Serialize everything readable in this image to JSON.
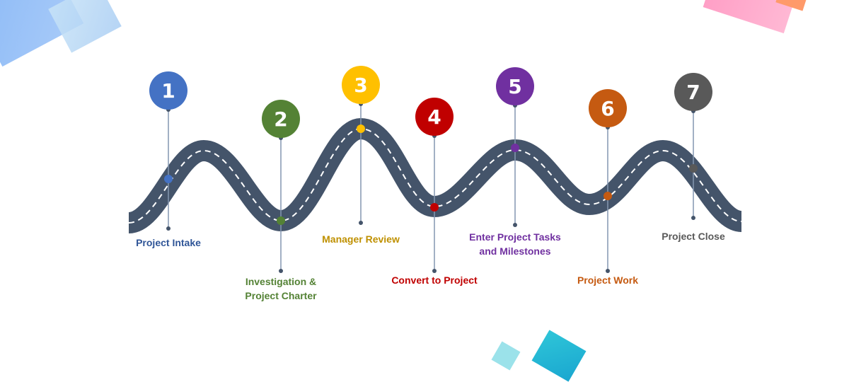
{
  "diagram": {
    "road_color": "#44546a",
    "steps": [
      {
        "number": "1",
        "label_lines": [
          "Project Intake"
        ],
        "color": "#4472c4",
        "text_color": "#2f5597"
      },
      {
        "number": "2",
        "label_lines": [
          "Investigation &",
          "Project Charter"
        ],
        "color": "#548235",
        "text_color": "#548235"
      },
      {
        "number": "3",
        "label_lines": [
          "Manager Review"
        ],
        "color": "#ffc000",
        "text_color": "#bf9000"
      },
      {
        "number": "4",
        "label_lines": [
          "Convert to Project"
        ],
        "color": "#c00000",
        "text_color": "#c00000"
      },
      {
        "number": "5",
        "label_lines": [
          "Enter Project Tasks",
          "and Milestones"
        ],
        "color": "#7030a0",
        "text_color": "#7030a0"
      },
      {
        "number": "6",
        "label_lines": [
          "Project Work"
        ],
        "color": "#c55a11",
        "text_color": "#c55a11"
      },
      {
        "number": "7",
        "label_lines": [
          "Project Close"
        ],
        "color": "#595959",
        "text_color": "#595959"
      }
    ]
  }
}
